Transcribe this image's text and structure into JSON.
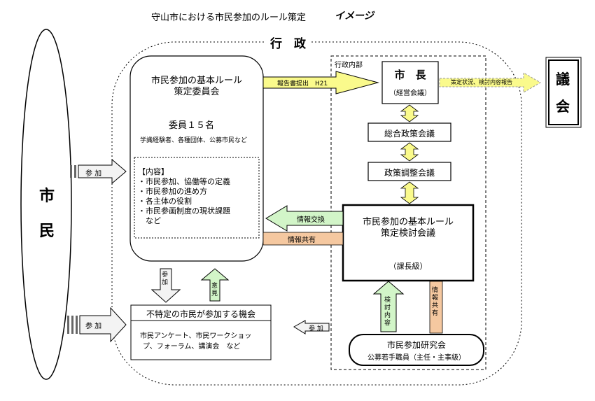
{
  "title": {
    "main": "守山市における市民参加のルール策定",
    "suffix": "イメージ"
  },
  "citizens": {
    "line1": "市",
    "line2": "民"
  },
  "gyosei": {
    "label": "行　政",
    "inner": "行政内部"
  },
  "council": {
    "line1": "議",
    "line2": "会"
  },
  "committee": {
    "title1": "市民参加の基本ルール",
    "title2": "策定委員会",
    "members": "委員１５名",
    "members_note": "学識経験者、各種団体、公募市民など",
    "content_head": "【内容】",
    "content_items": [
      "・市民参加、協働等の定義",
      "・市民参加の進め方",
      "・各主体の役割",
      "・市民参画制度の現状課題",
      "　など"
    ]
  },
  "mayor": {
    "title": "市　長",
    "sub": "（経営会議）"
  },
  "sogo": "総合政策会議",
  "seisaku": "政策調整会議",
  "kentou": {
    "title1": "市民参加の基本ルール",
    "title2": "策定検討会議",
    "sub": "（課長級）"
  },
  "kenkyu": {
    "title": "市民参加研究会",
    "sub": "公募若手職員（主任・主事級）"
  },
  "opportunity": {
    "title": "不特定の市民が参加する機会",
    "line1": "市民アンケート、市民ワークショッ",
    "line2": "プ、フォーラム、講演会　など"
  },
  "arrows": {
    "report": "報告書提出　H21",
    "council_report": "策定状況、検討内容報告",
    "info_exchange": "情報交換",
    "info_share": "情報共有",
    "sanka1": "参 加",
    "sanka2": "参 加",
    "sanka3": "参 加",
    "sanka_down": "参加",
    "iken": "意見",
    "kentou_naiyou": "検討内容",
    "joho_kyoyu_v": "情報共有"
  },
  "colors": {
    "yellow": "#fafa8c",
    "green": "#d2f5c8",
    "orange": "#f5c8a0",
    "gray": "#eeeeee"
  }
}
